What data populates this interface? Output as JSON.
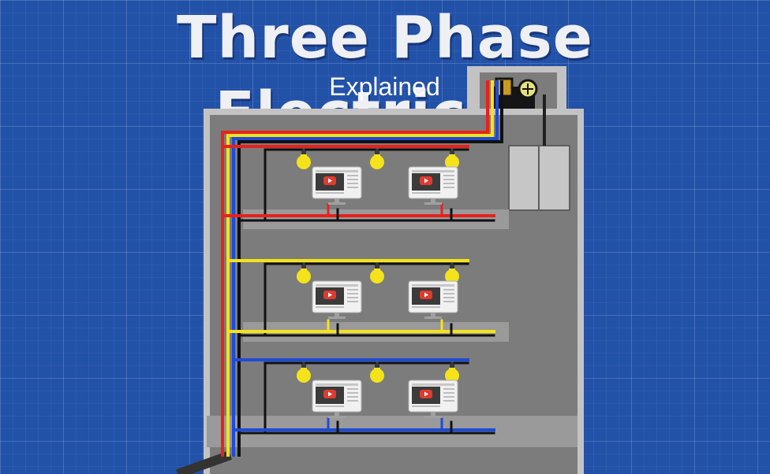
{
  "header": {
    "title": "Three Phase Electricity",
    "subtitle": "Explained"
  },
  "colors": {
    "background": "#2251a8",
    "building_outer": "#c3c3c3",
    "building_inner": "#7c7c7c",
    "floor_slab": "#9a9a9a",
    "phase_red": "#e8211c",
    "phase_yellow": "#f5e21a",
    "phase_blue": "#1f4bd8",
    "neutral": "#111111",
    "bulb": "#f4e31a",
    "screen_icon": "#e13a2f"
  },
  "floors": [
    {
      "phase": "red"
    },
    {
      "phase": "yellow"
    },
    {
      "phase": "blue"
    }
  ]
}
